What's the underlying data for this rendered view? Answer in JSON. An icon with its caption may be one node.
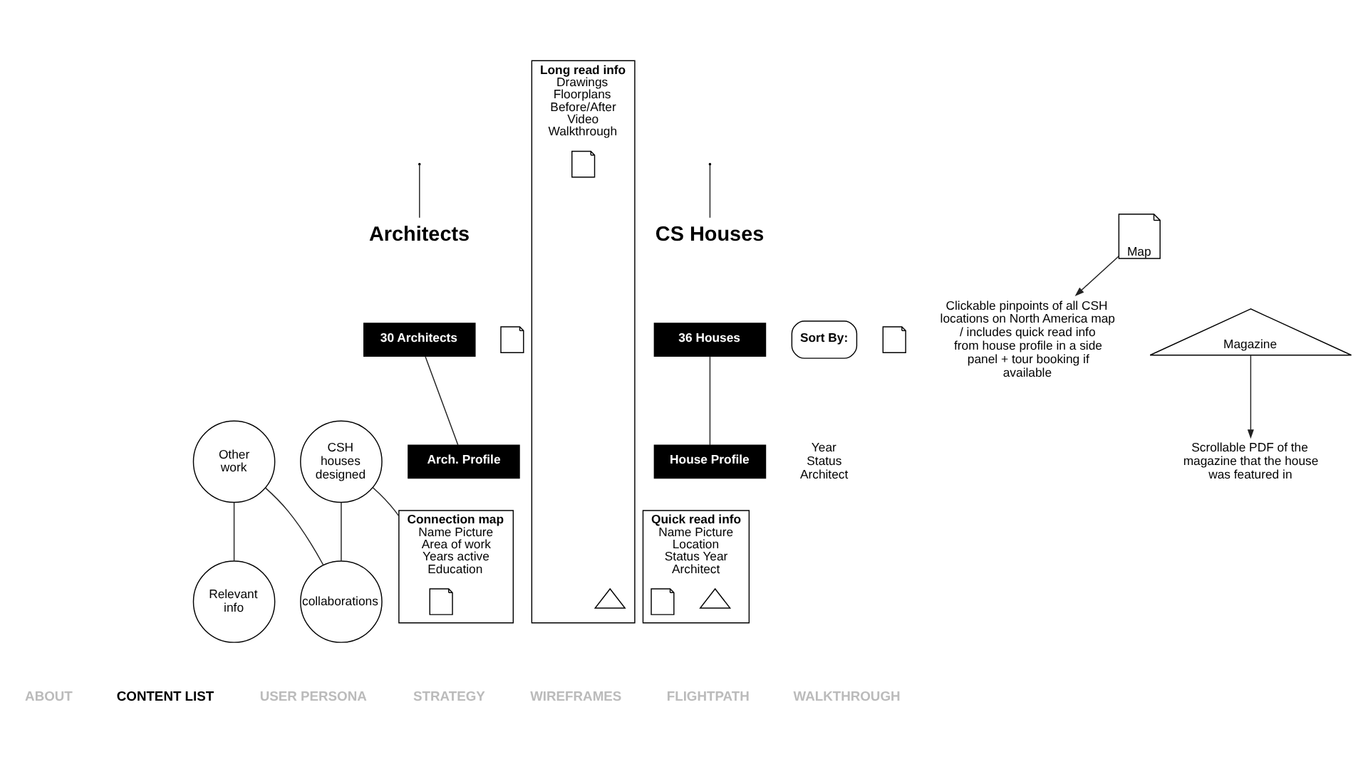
{
  "diagram": {
    "nodes": [
      {
        "text": [
          "CS Houses"
        ]
      },
      {
        "text": [
          "36 Houses"
        ]
      },
      {
        "text": [
          "Sort By:"
        ],
        "beside": [
          "Year",
          "Status",
          "Architect"
        ]
      },
      {
        "text": [],
        "shape": "document"
      },
      {
        "text": [
          "House Profile"
        ]
      },
      {
        "text": [
          "Quick read info",
          "Name Picture Location Status Year Architect"
        ]
      },
      {
        "text": [],
        "shape": "triangle",
        "in": 5
      },
      {
        "text": [],
        "shape": "document",
        "in": 5
      },
      {
        "text": [
          "Long read info",
          "Drawings Floorplans Before/After Video Walkthrough"
        ]
      },
      {
        "text": [],
        "shape": "triangle",
        "in": 8
      },
      {
        "text": [],
        "shape": "document",
        "in": 8
      },
      {
        "text": [
          "Architects"
        ]
      },
      {
        "text": [
          "30 Architects"
        ]
      },
      {
        "text": [],
        "shape": "document"
      },
      {
        "text": [
          "Arch. Profile"
        ]
      },
      {
        "text": [
          "Connection map",
          "Name Picture Area of work Years active Education"
        ]
      },
      {
        "text": [],
        "shape": "document",
        "in": 15
      },
      {
        "text": [
          "CSH houses designed"
        ]
      },
      {
        "text": [
          "collaborations"
        ]
      },
      {
        "text": [
          "Other work"
        ]
      },
      {
        "text": [
          "Relevant info"
        ]
      },
      {
        "text": [
          "Map"
        ]
      },
      {
        "text": [
          "Clickable pinpoints of all CSH locations on North America map / includes quick read info from house profile in a side panel + tour booking if available"
        ]
      },
      {
        "text": [
          "Magazine"
        ]
      },
      {
        "text": [
          "Scrollable PDF of the magazine that the house was featured in"
        ]
      }
    ],
    "edges": [
      {
        "from": null,
        "to": 0,
        "arrow": "none"
      },
      {
        "from": null,
        "to": 11,
        "arrow": "none"
      },
      {
        "from": 1,
        "to": 4,
        "arrow": "none"
      },
      {
        "from": 12,
        "to": 14,
        "arrow": "none"
      },
      {
        "from": 15,
        "to": 17,
        "arrow": "none"
      },
      {
        "from": 17,
        "to": 18,
        "arrow": "none"
      },
      {
        "from": 19,
        "to": 18,
        "arrow": "none"
      },
      {
        "from": 19,
        "to": 20,
        "arrow": "none"
      },
      {
        "from": 21,
        "to": 22,
        "arrow": "to"
      },
      {
        "from": 23,
        "to": 24,
        "arrow": "to"
      }
    ],
    "labels": [
      "ABOUT",
      "CONTENT LIST",
      "USER PERSONA",
      "STRATEGY",
      "WIREFRAMES",
      "FLIGHTPATH",
      "WALKTHROUGH"
    ]
  }
}
